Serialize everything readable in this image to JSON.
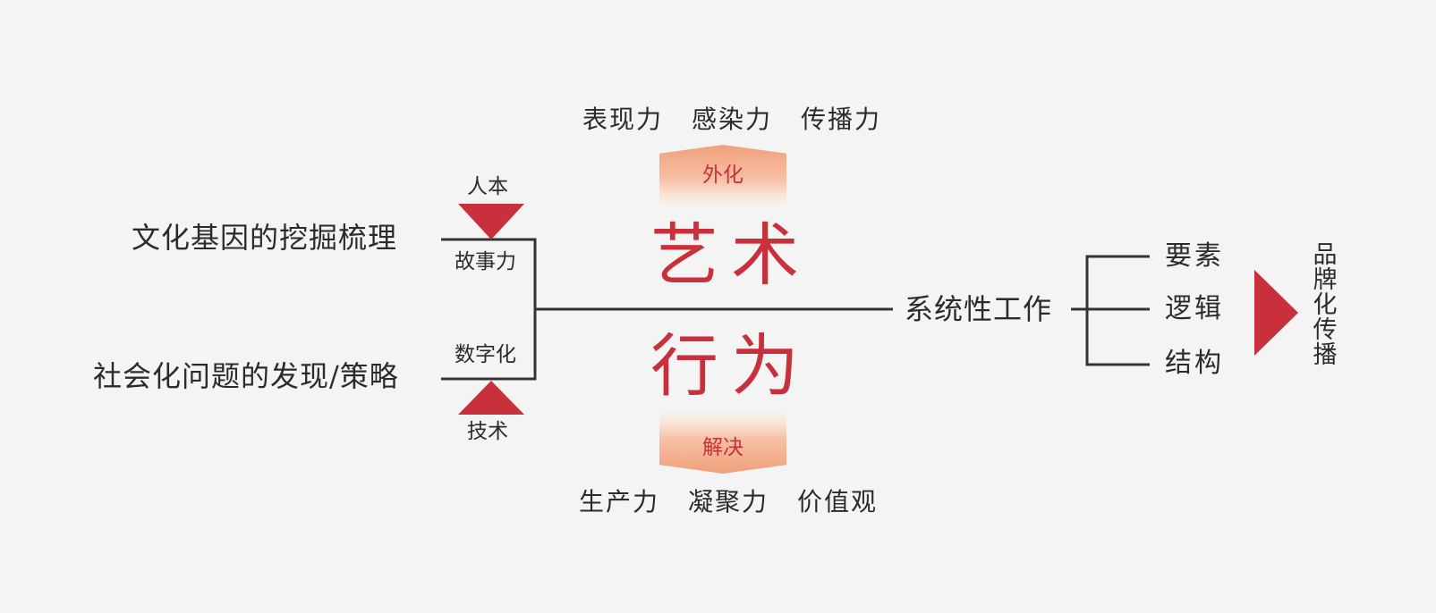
{
  "left": {
    "top_label": "文化基因的挖掘梳理",
    "bottom_label": "社会化问题的发现/策略"
  },
  "branch": {
    "top_tag": "故事力",
    "bottom_tag": "数字化",
    "top_marker": "人本",
    "bottom_marker": "技术"
  },
  "center": {
    "top_keywords": [
      "表现力",
      "感染力",
      "传播力"
    ],
    "top_arrow_label": "外化",
    "art": "艺术",
    "behavior": "行为",
    "bottom_arrow_label": "解决",
    "bottom_keywords": [
      "生产力",
      "凝聚力",
      "价值观"
    ]
  },
  "middle_node": "系统性工作",
  "right": {
    "items": [
      "要素",
      "逻辑",
      "结构"
    ],
    "result": "品牌化传播"
  },
  "colors": {
    "accent_red": "#c8313b",
    "line": "#333333",
    "arrow_gradient_dark": "#f0a07c",
    "background": "#f4f4f4"
  }
}
